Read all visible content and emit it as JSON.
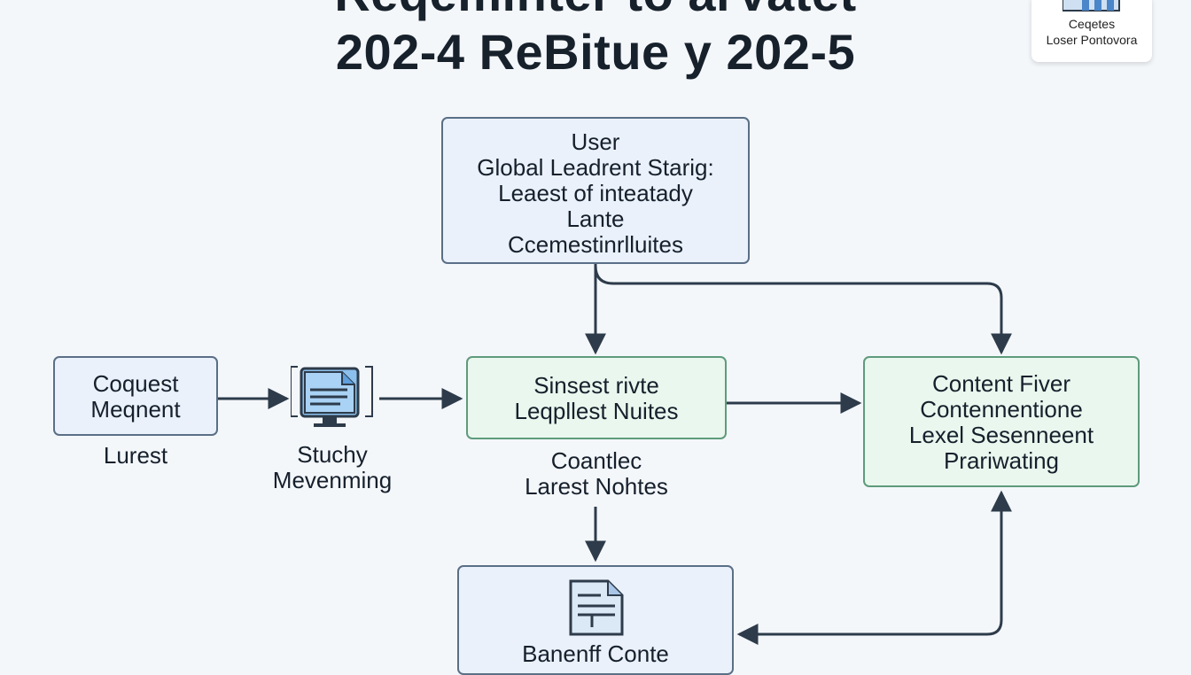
{
  "title": {
    "line1": "Reqeminter to arVatet",
    "line2": "202-4 ReBitue y 202-5"
  },
  "legend": {
    "icon": "bar-chart-icon",
    "line1": "Ceqetes",
    "line2": "Loser Pontovora"
  },
  "nodes": {
    "user": [
      "User",
      "Global Leadrent Starig:",
      "Leaest of inteatady",
      "Lante",
      "Ccemestinrlluites"
    ],
    "request": [
      "Coquest",
      "Meqnent"
    ],
    "session": [
      "Sinsest rivte",
      "Leqpllest Nuites"
    ],
    "content": [
      "Content Fiver",
      "Contennentione",
      "Lexel Sesenneent",
      "Prariwating"
    ],
    "banner": [
      "Banenff Conte"
    ]
  },
  "labels": {
    "lurest": "Lurest",
    "stuchy": [
      "Stuchy",
      "Mevenming"
    ],
    "coantlec": [
      "Coantlec",
      "Larest Nohtes"
    ]
  },
  "icons": {
    "monitor": "monitor-document-icon",
    "document": "document-icon"
  },
  "colors": {
    "node_blue": "#eaf1fb",
    "node_green": "#eaf7ee",
    "arrow": "#2d3b4a"
  }
}
